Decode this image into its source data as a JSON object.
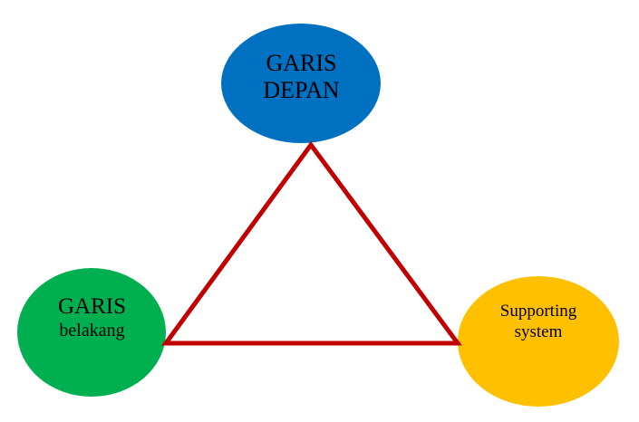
{
  "diagram": {
    "type": "triangle-with-three-ellipse-nodes",
    "nodes": [
      {
        "id": "top",
        "lines": [
          "GARIS",
          "DEPAN"
        ],
        "color": "#0070C0"
      },
      {
        "id": "left",
        "lines": [
          "GARIS",
          "belakang"
        ],
        "color": "#00B050"
      },
      {
        "id": "right",
        "lines": [
          "Supporting",
          "system"
        ],
        "color": "#FFC000"
      }
    ],
    "connector": {
      "shape": "triangle",
      "color": "#C00000"
    }
  }
}
